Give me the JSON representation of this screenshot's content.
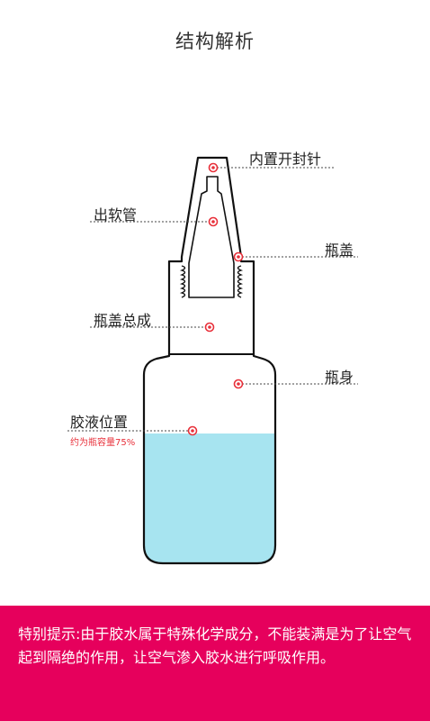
{
  "title": "结构解析",
  "labels": {
    "needle": "内置开封针",
    "tube": "出软管",
    "cap": "瓶盖",
    "cap_assembly": "瓶盖总成",
    "body": "瓶身",
    "glue_position": "胶液位置",
    "glue_note": "约为瓶容量75%"
  },
  "notice": "特别提示:由于胶水属于特殊化学成分，不能装满是为了让空气起到隔绝的作用，让空气渗入胶水进行呼吸作用。",
  "colors": {
    "accent": "#e6005c",
    "glue": "#a7e4f0",
    "marker": "#e8303a"
  }
}
